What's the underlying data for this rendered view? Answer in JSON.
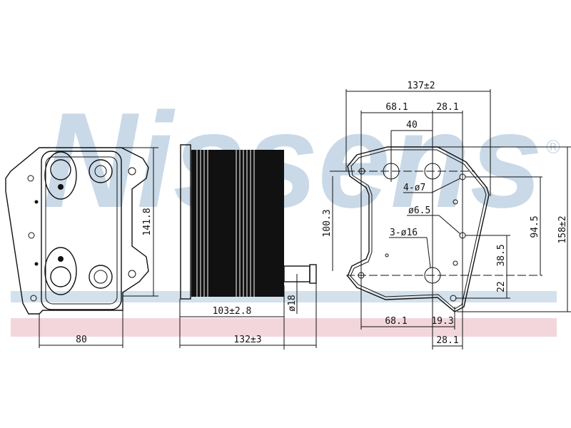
{
  "watermark": {
    "brand": "Nissens",
    "registered_mark": "®",
    "band_colors": [
      "#d3e1ec",
      "#f3d6dc"
    ]
  },
  "front_view": {
    "height_label": "141.8",
    "width_label": "80"
  },
  "side_view": {
    "core_label": "103±2.8",
    "overall_label": "132±3",
    "pipe_label": "ø18"
  },
  "mount_view": {
    "overall_width_label": "137±2",
    "top_left_offset_label": "68.1",
    "top_right_offset_label": "28.1",
    "hole_spacing_label": "40",
    "overall_height_label": "158±2",
    "vertical_94_label": "94.5",
    "vertical_38_label": "38.5",
    "vertical_22_label": "22",
    "vertical_100_label": "100.3",
    "bottom_left_offset_label": "68.1",
    "bottom_mid_label": "19.3",
    "bottom_right_label": "28.1",
    "bolt_holes_label": "4-ø7",
    "small_hole_label": "ø6.5",
    "port_holes_label": "3-ø16"
  }
}
